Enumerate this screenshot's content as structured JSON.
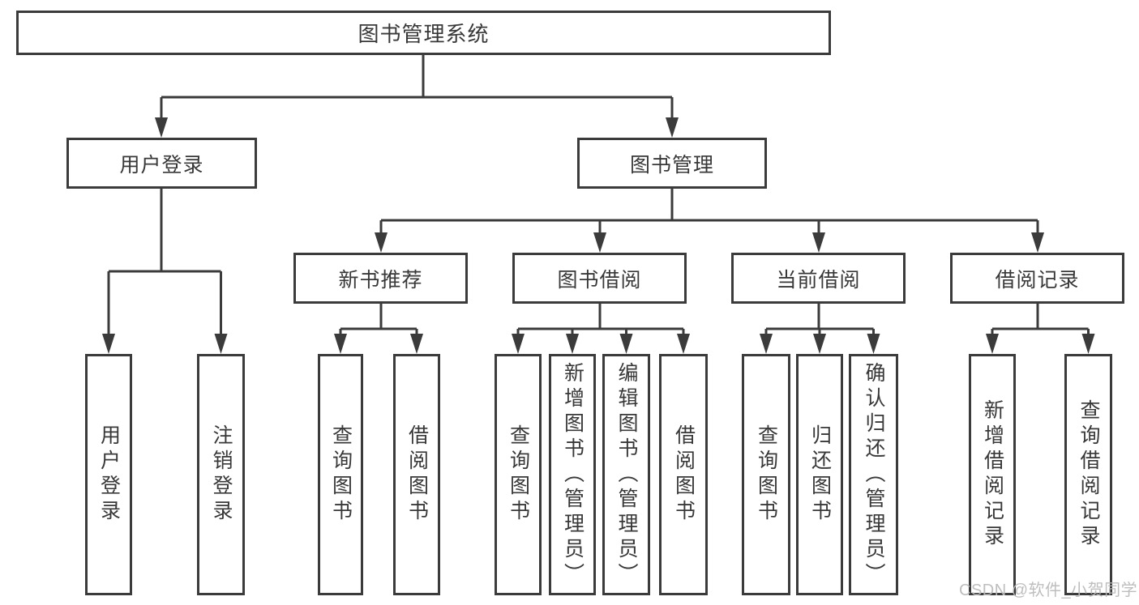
{
  "diagram": {
    "root": {
      "label": "图书管理系统"
    },
    "level2": [
      {
        "label": "用户登录"
      },
      {
        "label": "图书管理"
      }
    ],
    "level3": [
      {
        "label": "新书推荐",
        "parent": "图书管理"
      },
      {
        "label": "图书借阅",
        "parent": "图书管理"
      },
      {
        "label": "当前借阅",
        "parent": "图书管理"
      },
      {
        "label": "借阅记录",
        "parent": "图书管理"
      }
    ],
    "leaves": [
      {
        "label": "用户登录",
        "parent": "用户登录"
      },
      {
        "label": "注销登录",
        "parent": "用户登录"
      },
      {
        "label": "查询图书",
        "parent": "新书推荐"
      },
      {
        "label": "借阅图书",
        "parent": "新书推荐"
      },
      {
        "label": "查询图书",
        "parent": "图书借阅"
      },
      {
        "label": "新增图书（管理员）",
        "parent": "图书借阅"
      },
      {
        "label": "编辑图书（管理员）",
        "parent": "图书借阅"
      },
      {
        "label": "借阅图书",
        "parent": "图书借阅"
      },
      {
        "label": "查询图书",
        "parent": "当前借阅"
      },
      {
        "label": "归还图书",
        "parent": "当前借阅"
      },
      {
        "label": "确认归还（管理员）",
        "parent": "当前借阅"
      },
      {
        "label": "新增借阅记录",
        "parent": "借阅记录"
      },
      {
        "label": "查询借阅记录",
        "parent": "借阅记录"
      }
    ],
    "watermark": "CSDN @软件_小贺同学",
    "colors": {
      "line": "#3b3b3b",
      "text": "#383838",
      "background": "#ffffff",
      "watermark": "#bbbbbb"
    }
  }
}
